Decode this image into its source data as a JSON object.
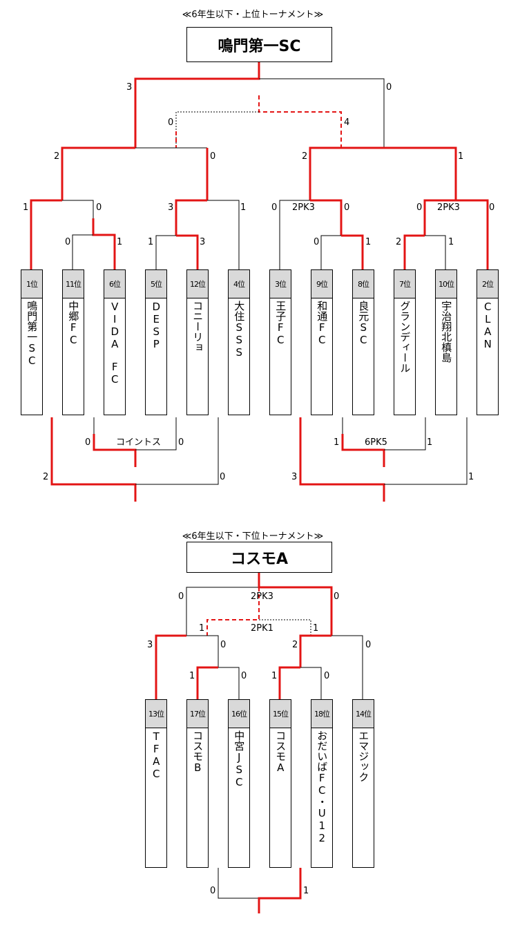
{
  "upper": {
    "title": "≪6年生以下・上位トーナメント≫",
    "winner": "鳴門第一SC",
    "teams": [
      {
        "rank": "1位",
        "name": "鳴門第一SC"
      },
      {
        "rank": "11位",
        "name": "中郷FC"
      },
      {
        "rank": "6位",
        "name": "VIDA　FC"
      },
      {
        "rank": "5位",
        "name": "DESP"
      },
      {
        "rank": "12位",
        "name": "コニーリョ"
      },
      {
        "rank": "4位",
        "name": "大住SSS"
      },
      {
        "rank": "3位",
        "name": "王子FC"
      },
      {
        "rank": "9位",
        "name": "和通FC"
      },
      {
        "rank": "8位",
        "name": "良元SC"
      },
      {
        "rank": "7位",
        "name": "グランディール"
      },
      {
        "rank": "10位",
        "name": "宇治翔北槙島"
      },
      {
        "rank": "2位",
        "name": "CLAN"
      }
    ],
    "scores": {
      "final_left": "3",
      "final_right": "0",
      "third_left": "0",
      "third_right": "4",
      "sf1_left": "2",
      "sf1_right": "0",
      "sf2_left": "2",
      "sf2_right": "1",
      "qf1_left": "1",
      "qf1_right": "0",
      "qf2_left": "3",
      "qf2_right": "1",
      "qf3_left": "0",
      "qf3_right": "0",
      "qf3_pk": "2PK3",
      "qf4_left": "0",
      "qf4_right": "0",
      "qf4_pk": "2PK3",
      "r1a_left": "0",
      "r1a_right": "1",
      "r1b_left": "1",
      "r1b_right": "3",
      "r1c_left": "0",
      "r1c_right": "1",
      "r1d_left": "2",
      "r1d_right": "1",
      "cl_a_left": "0",
      "cl_a_right": "0",
      "cl_a_note": "コイントス",
      "cl_b_left": "2",
      "cl_b_right": "0",
      "cl_c_left": "1",
      "cl_c_right": "1",
      "cl_c_pk": "6PK5",
      "cl_d_left": "3",
      "cl_d_right": "1"
    }
  },
  "lower": {
    "title": "≪6年生以下・下位トーナメント≫",
    "winner": "コスモA",
    "teams": [
      {
        "rank": "13位",
        "name": "TFAC"
      },
      {
        "rank": "17位",
        "name": "コスモB"
      },
      {
        "rank": "16位",
        "name": "中宮JSC"
      },
      {
        "rank": "15位",
        "name": "コスモA"
      },
      {
        "rank": "18位",
        "name": "おだいばFC・U12"
      },
      {
        "rank": "14位",
        "name": "エマジック"
      }
    ],
    "scores": {
      "final_left": "0",
      "final_right": "0",
      "final_pk": "2PK3",
      "third_left": "1",
      "third_right": "1",
      "third_pk": "2PK1",
      "sf1_left": "3",
      "sf1_right": "0",
      "sf2_left": "2",
      "sf2_right": "0",
      "r1a_left": "1",
      "r1a_right": "0",
      "r1b_left": "1",
      "r1b_right": "0",
      "cl_left": "0",
      "cl_right": "1"
    }
  }
}
